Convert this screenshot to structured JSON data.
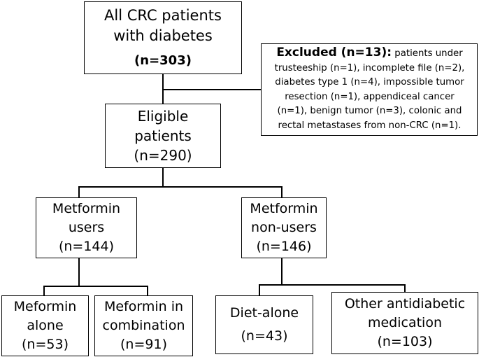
{
  "root": {
    "line1": "All CRC patients",
    "line2": "with diabetes",
    "count": "(n=303)"
  },
  "excluded": {
    "heading": "Excluded (n=13):",
    "line1": "patients under",
    "line2": "trusteeship (n=1), incomplete file (n=2),",
    "line3": "diabetes type 1 (n=4), impossible tumor",
    "line4": "resection (n=1), appendiceal cancer",
    "line5": "(n=1), benign tumor (n=3), colonic and",
    "line6": "rectal metastases from non-CRC (n=1)."
  },
  "eligible": {
    "line1": "Eligible",
    "line2": "patients",
    "count": "(n=290)"
  },
  "metformin_users": {
    "line1": "Metformin",
    "line2": "users",
    "count": "(n=144)"
  },
  "metformin_non_users": {
    "line1": "Metformin",
    "line2": "non-users",
    "count": "(n=146)"
  },
  "meformin_alone": {
    "line1": "Meformin",
    "line2": "alone",
    "count": "(n=53)"
  },
  "meformin_combination": {
    "line1": "Meformin in",
    "line2": "combination",
    "count": "(n=91)"
  },
  "diet_alone": {
    "line1": "Diet-alone",
    "count": "(n=43)"
  },
  "other_antidiabetic": {
    "line1": "Other antidiabetic",
    "line2": "medication",
    "count": "(n=103)"
  }
}
